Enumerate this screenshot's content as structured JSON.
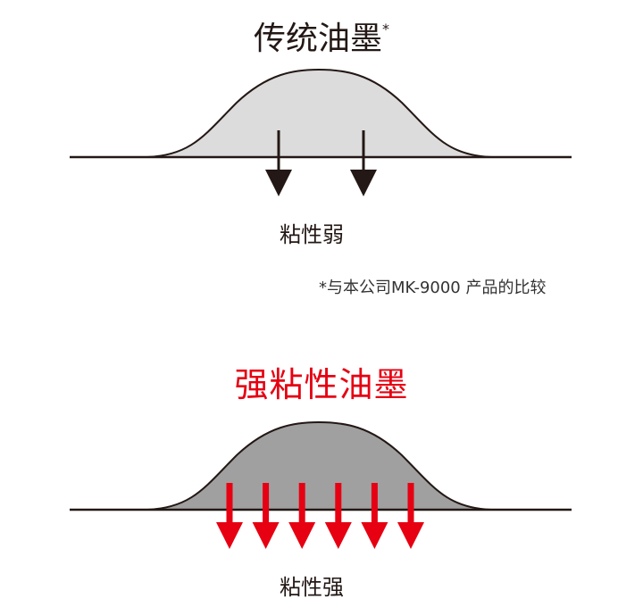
{
  "top": {
    "title": "传统油墨",
    "title_mark": "*",
    "caption": "粘性弱",
    "arrow_count": 2,
    "fill_color": "#dcdcdc",
    "arrow_color": "#231815"
  },
  "note": "*与本公司MK-9000 产品的比较",
  "bottom": {
    "title": "强粘性油墨",
    "caption": "粘性强",
    "arrow_count": 6,
    "fill_color": "#a0a0a0",
    "arrow_color": "#e60012"
  }
}
